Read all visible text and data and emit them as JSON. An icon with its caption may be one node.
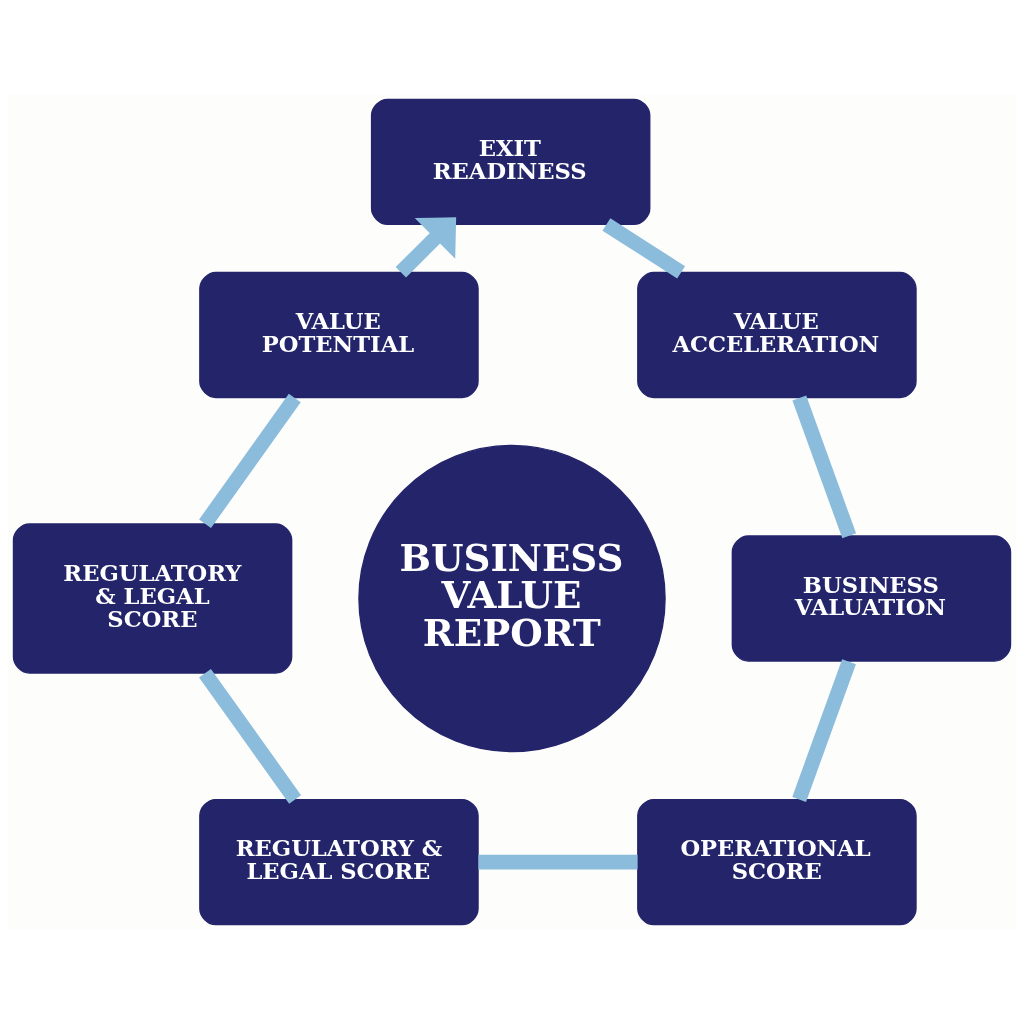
{
  "diagram": {
    "nodes": [
      {
        "text": [
          "EXIT READINESS"
        ]
      },
      {
        "text": [
          "VALUE POTENTIAL"
        ]
      },
      {
        "text": [
          "VALUE ACCELERATION"
        ]
      },
      {
        "text": [
          "BUSINESS VALUE REPORT"
        ]
      },
      {
        "text": [
          "REGULATORY & LEGAL SCORE"
        ]
      },
      {
        "text": [
          "BUSINESS VALUATION"
        ]
      },
      {
        "text": [
          "REGULATORY & LEGAL SCORE"
        ]
      },
      {
        "text": [
          "OPERATIONAL SCORE"
        ]
      }
    ],
    "edges": [
      {
        "from": 1,
        "to": 0,
        "arrow": "to"
      },
      {
        "from": 0,
        "to": 2,
        "arrow": "none"
      },
      {
        "from": 2,
        "to": 5,
        "arrow": "none"
      },
      {
        "from": 5,
        "to": 7,
        "arrow": "none"
      },
      {
        "from": 6,
        "to": 7,
        "arrow": "none"
      },
      {
        "from": 4,
        "to": 6,
        "arrow": "none"
      },
      {
        "from": 1,
        "to": 4,
        "arrow": "none"
      }
    ]
  }
}
